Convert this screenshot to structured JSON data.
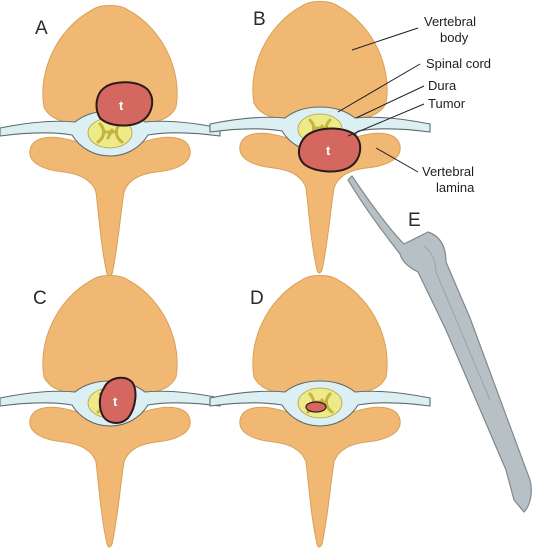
{
  "panels": {
    "a": "A",
    "b": "B",
    "c": "C",
    "d": "D",
    "e": "E"
  },
  "tumor_symbol": "t",
  "labels": {
    "vertebral_body_1": "Vertebral",
    "vertebral_body_2": "body",
    "spinal_cord": "Spinal cord",
    "dura": "Dura",
    "tumor": "Tumor",
    "vertebral_lamina_1": "Vertebral",
    "vertebral_lamina_2": "lamina"
  },
  "colors": {
    "bone": "#F0B872",
    "bone_edge": "#D9A058",
    "tumor": "#D4675F",
    "tumor_edge": "#2A1A1A",
    "cord": "#EEEA88",
    "cord_inner": "#D7C84E",
    "dura": "#DCEFF2",
    "dura_edge": "#5C6A6E",
    "instrument": "#B7C0C4",
    "instrument_edge": "#7E898E"
  }
}
